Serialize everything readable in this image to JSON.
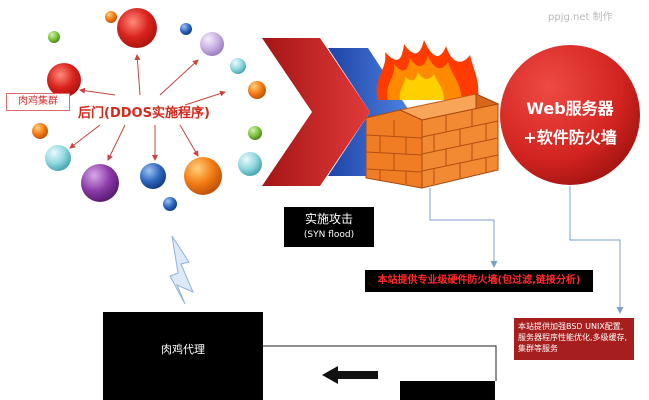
{
  "watermark": "ppjg.net 制作",
  "zombies": {
    "cluster_label": "肉鸡集群",
    "backdoor_label": "后门(DDOS实施程序)"
  },
  "server": {
    "title": "Web服务器",
    "subtitle": "+软件防火墙"
  },
  "attack": {
    "label": "实施攻击",
    "sublabel": "(SYN flood)"
  },
  "hardware_firewall": {
    "text": "本站提供专业级硬件防火墙(包过滤,链接分析)"
  },
  "software_hardening": {
    "text": "本站提供加强BSD UNIX配置,服务器程序性能优化,多级缓存,集群等服务"
  },
  "proxy": {
    "label": "肉鸡代理"
  },
  "colors": {
    "server_red": "#d1231f",
    "chevron_red": "#c81e1e",
    "chevron_blue": "#2e5ccc",
    "brick_orange": "#f07d24",
    "flame_orange": "#ff6a00",
    "dark_box": "#000000",
    "text_red": "#d22a1c",
    "connector_blue": "#7da2c8"
  }
}
